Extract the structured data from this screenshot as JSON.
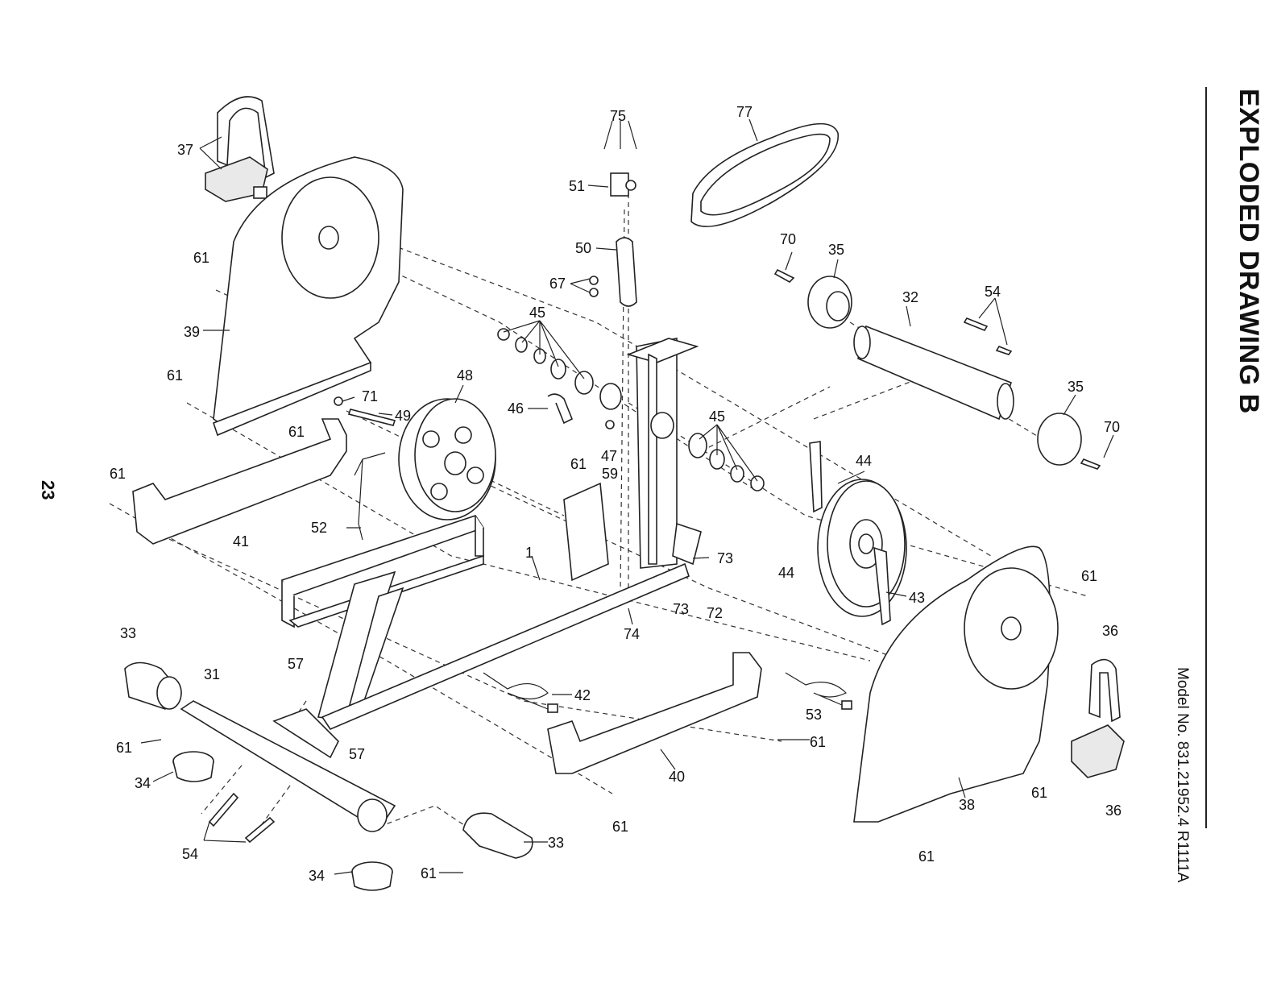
{
  "title": "EXPLODED DRAWING B",
  "model": "Model No. 831.21952.4 R1111A",
  "page_number": "23",
  "callouts": [
    {
      "id": "c-75",
      "text": "75"
    },
    {
      "id": "c-77",
      "text": "77"
    },
    {
      "id": "c-37",
      "text": "37"
    },
    {
      "id": "c-51",
      "text": "51"
    },
    {
      "id": "c-50",
      "text": "50"
    },
    {
      "id": "c-70a",
      "text": "70"
    },
    {
      "id": "c-35a",
      "text": "35"
    },
    {
      "id": "c-61a",
      "text": "61"
    },
    {
      "id": "c-67",
      "text": "67"
    },
    {
      "id": "c-54a",
      "text": "54"
    },
    {
      "id": "c-32",
      "text": "32"
    },
    {
      "id": "c-45a",
      "text": "45"
    },
    {
      "id": "c-39",
      "text": "39"
    },
    {
      "id": "c-61b",
      "text": "61"
    },
    {
      "id": "c-48",
      "text": "48"
    },
    {
      "id": "c-71",
      "text": "71"
    },
    {
      "id": "c-49",
      "text": "49"
    },
    {
      "id": "c-46",
      "text": "46"
    },
    {
      "id": "c-35b",
      "text": "35"
    },
    {
      "id": "c-70b",
      "text": "70"
    },
    {
      "id": "c-45b",
      "text": "45"
    },
    {
      "id": "c-61c",
      "text": "61"
    },
    {
      "id": "c-61d",
      "text": "61"
    },
    {
      "id": "c-47",
      "text": "47"
    },
    {
      "id": "c-61e",
      "text": "61"
    },
    {
      "id": "c-59",
      "text": "59"
    },
    {
      "id": "c-44a",
      "text": "44"
    },
    {
      "id": "c-52",
      "text": "52"
    },
    {
      "id": "c-41",
      "text": "41"
    },
    {
      "id": "c-1",
      "text": "1"
    },
    {
      "id": "c-73a",
      "text": "73"
    },
    {
      "id": "c-44b",
      "text": "44"
    },
    {
      "id": "c-61f",
      "text": "61"
    },
    {
      "id": "c-73b",
      "text": "73"
    },
    {
      "id": "c-72",
      "text": "72"
    },
    {
      "id": "c-43",
      "text": "43"
    },
    {
      "id": "c-74",
      "text": "74"
    },
    {
      "id": "c-33a",
      "text": "33"
    },
    {
      "id": "c-36a",
      "text": "36"
    },
    {
      "id": "c-31",
      "text": "31"
    },
    {
      "id": "c-57a",
      "text": "57"
    },
    {
      "id": "c-42",
      "text": "42"
    },
    {
      "id": "c-53",
      "text": "53"
    },
    {
      "id": "c-61g",
      "text": "61"
    },
    {
      "id": "c-57b",
      "text": "57"
    },
    {
      "id": "c-61h",
      "text": "61"
    },
    {
      "id": "c-34a",
      "text": "34"
    },
    {
      "id": "c-40",
      "text": "40"
    },
    {
      "id": "c-61i",
      "text": "61"
    },
    {
      "id": "c-38",
      "text": "38"
    },
    {
      "id": "c-61j",
      "text": "61"
    },
    {
      "id": "c-36b",
      "text": "36"
    },
    {
      "id": "c-54b",
      "text": "54"
    },
    {
      "id": "c-33b",
      "text": "33"
    },
    {
      "id": "c-34b",
      "text": "34"
    },
    {
      "id": "c-61k",
      "text": "61"
    },
    {
      "id": "c-61l",
      "text": "61"
    }
  ]
}
